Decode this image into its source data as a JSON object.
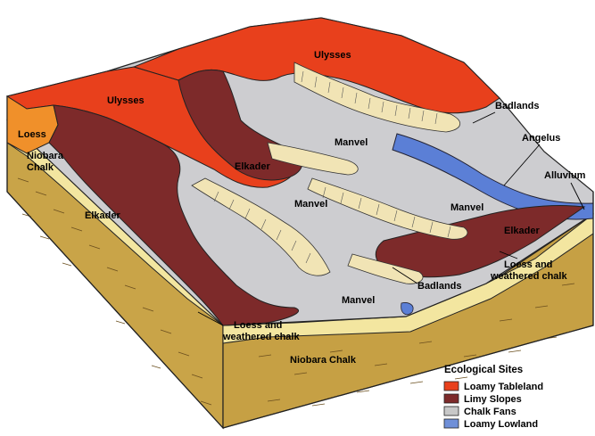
{
  "labels": {
    "ulysses_top": "Ulysses",
    "ulysses_left": "Ulysses",
    "loess_corner": "Loess",
    "niobara_chalk_left": "Niobara\nChalk",
    "elkader_left": "Elkader",
    "elkader_mid": "Elkader",
    "elkader_right": "Elkader",
    "manvel_top": "Manvel",
    "manvel_center": "Manvel",
    "manvel_right": "Manvel",
    "manvel_bottom": "Manvel",
    "badlands_top": "Badlands",
    "badlands_bottom": "Badlands",
    "angelus": "Angelus",
    "alluvium": "Alluvium",
    "loess_weathered_right": "Loess and\nweathered chalk",
    "loess_weathered_left": "Loess and\nweathered chalk",
    "niobara_chalk_front": "Niobara Chalk"
  },
  "legend": {
    "title": "Ecological Sites",
    "items": [
      {
        "label": "Loamy Tableland",
        "color": "#e8401c"
      },
      {
        "label": "Limy Slopes",
        "color": "#7d2a2a"
      },
      {
        "label": "Chalk Fans",
        "color": "#c8c8c8"
      },
      {
        "label": "Loamy Lowland",
        "color": "#6f8fd8"
      }
    ]
  },
  "colors": {
    "tableland": "#e8401c",
    "limy": "#7d2a2a",
    "chalkfan": "#cdcdd0",
    "lowland": "#5b7fd6",
    "loess": "#f3e6a0",
    "chalk_side": "#c9a448",
    "chalk_side_dark": "#b8903a",
    "outline": "#222222"
  }
}
